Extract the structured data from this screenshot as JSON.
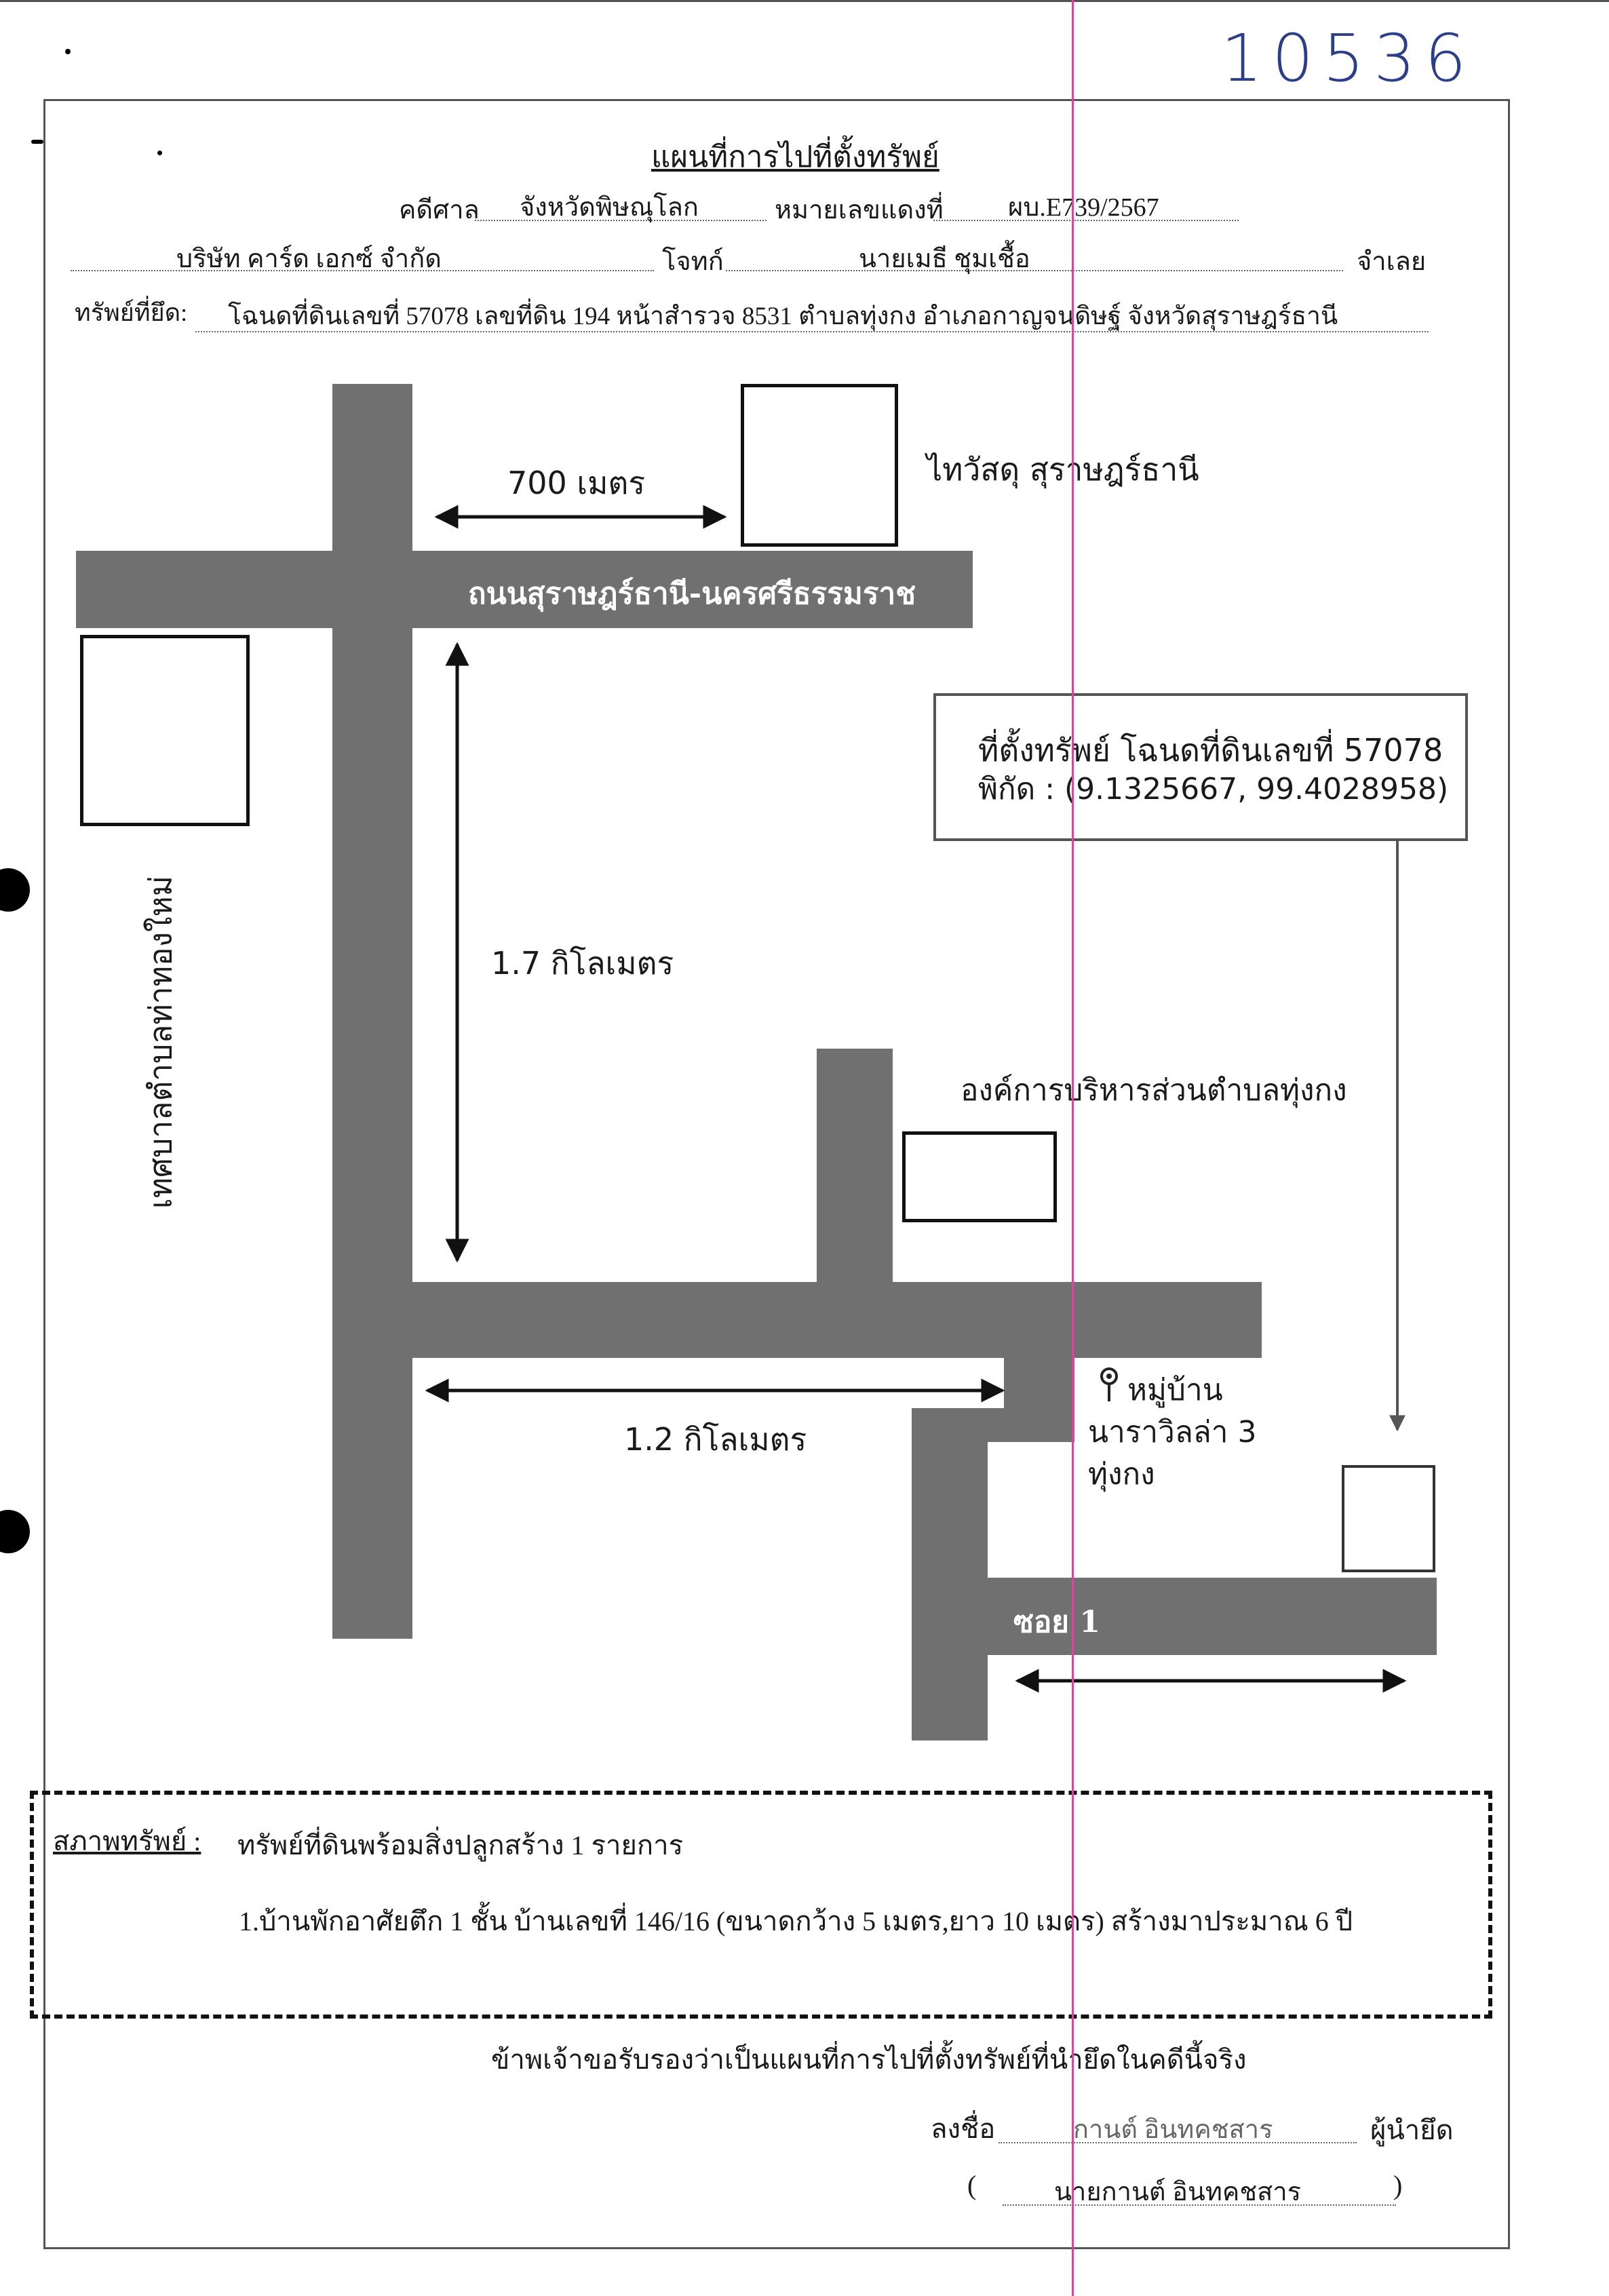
{
  "doc_number": "10536",
  "header": {
    "title": "แผนที่การไปที่ตั้งทรัพย์",
    "court_label": "คดีศาล",
    "court_value": "จังหวัดพิษณุโลก",
    "case_label": "หมายเลขแดงที่",
    "case_value": "ผบ.E739/2567",
    "plaintiff_value": "บริษัท คาร์ด เอกซ์ จำกัด",
    "plaintiff_label": "โจทก์",
    "defendant_value": "นายเมธี ชุมเชื้อ",
    "defendant_label": "จำเลย",
    "property_label": "ทรัพย์ที่ยึด:",
    "property_value": "โฉนดที่ดินเลขที่ 57078 เลขที่ดิน 194 หน้าสำรวจ 8531 ตำบลทุ่งกง อำเภอกาญจนดิษฐ์ จังหวัดสุราษฎร์ธานี"
  },
  "map": {
    "dist_top": "700 เมตร",
    "post_office": "ไทวัสดุ สุราษฎร์ธานี",
    "main_road": "ถนนสุราษฎร์ธานี-นครศรีธรรมราช",
    "municipality": "เทศบาลตำบลท่าทองใหม่",
    "dist_vertical": "1.7 กิโลเมตร",
    "location_line1": "ที่ตั้งทรัพย์ โฉนดที่ดินเลขที่ 57078",
    "location_line2": "พิกัด : (9.1325667, 99.4028958)",
    "sao": "องค์การบริหารส่วนตำบลทุ่งกง",
    "dist_bottom": "1.2 กิโลเมตร",
    "pin_icon": "map-pin",
    "village_line1": "หมู่บ้าน",
    "village_line2": "นาราวิลล่า 3",
    "village_line3": "ทุ่งกง",
    "soi": "ซอย 1"
  },
  "condition": {
    "label": "สภาพทรัพย์ :",
    "line1": "ทรัพย์ที่ดินพร้อมสิ่งปลูกสร้าง 1 รายการ",
    "line2": "1.บ้านพักอาศัยตึก 1 ชั้น บ้านเลขที่ 146/16 (ขนาดกว้าง 5 เมตร,ยาว 10 เมตร) สร้างมาประมาณ 6 ปี"
  },
  "certification": "ข้าพเจ้าขอรับรองว่าเป็นแผนที่การไปที่ตั้งทรัพย์ที่นำยึดในคดีนี้จริง",
  "signature": {
    "sign_label": "ลงชื่อ",
    "signature_text": "กานต์ อินทคชสาร",
    "role_label": "ผู้นำยึด",
    "open_paren": "(",
    "printed_name": "นายกานต์ อินทคชสาร",
    "close_paren": ")"
  }
}
